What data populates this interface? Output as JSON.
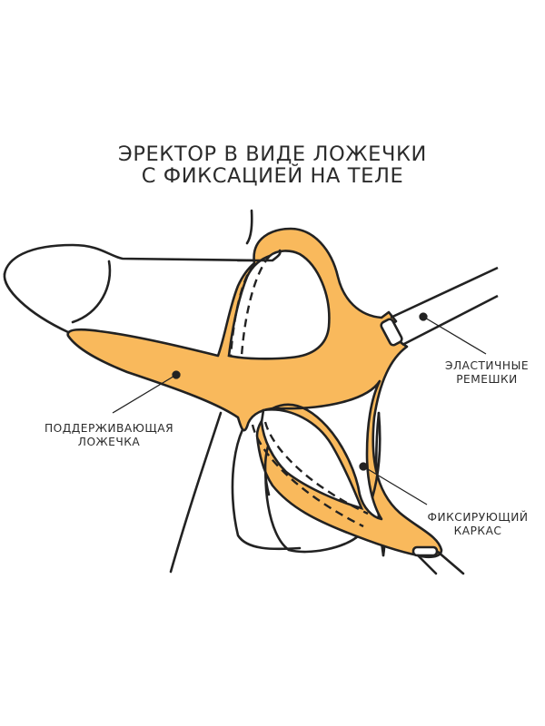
{
  "title": {
    "line1": "ЭРЕКТОР В ВИДЕ ЛОЖЕЧКИ",
    "line2": "С ФИКСАЦИЕЙ НА ТЕЛЕ"
  },
  "labels": {
    "straps": {
      "line1": "ЭЛАСТИЧНЫЕ",
      "line2": "РЕМЕШКИ"
    },
    "spoon": {
      "line1": "ПОДДЕРЖИВАЮЩАЯ",
      "line2": "ЛОЖЕЧКА"
    },
    "frame": {
      "line1": "ФИКСИРУЮЩИЙ",
      "line2": "КАРКАС"
    }
  },
  "colors": {
    "device_fill": "#F9B95C",
    "outline": "#222222",
    "text": "#2B2B2B",
    "background": "#FFFFFF"
  }
}
